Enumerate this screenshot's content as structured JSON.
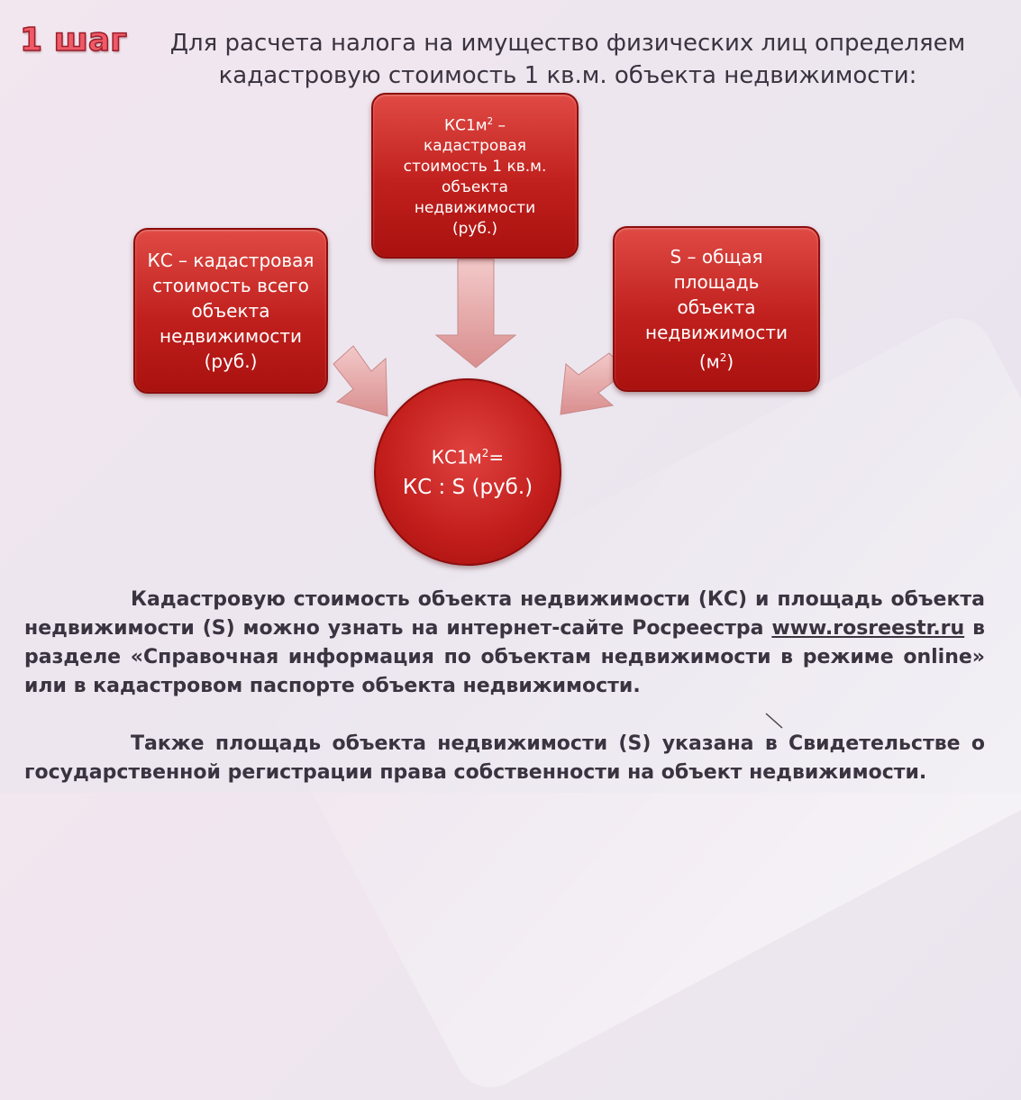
{
  "step_label": "1 шаг",
  "heading": {
    "line1": "Для расчета налога на имущество физических лиц определяем",
    "line2": "кадастровую стоимость 1 кв.м. объекта недвижимости:"
  },
  "center_box": {
    "line1_main": "КС1м",
    "line1_sup": "2",
    "line1_tail": " –",
    "line2": "кадастровая",
    "line3": "стоимость 1 кв.м.",
    "line4": "объекта",
    "line5": "недвижимости",
    "line6": "(руб.)"
  },
  "left_box": {
    "line1": "КС – кадастровая",
    "line2": "стоимость всего",
    "line3": "объекта",
    "line4": "недвижимости",
    "line5": "(руб.)"
  },
  "right_box": {
    "line1": "S – общая",
    "line2": "площадь",
    "line3": "объекта",
    "line4": "недвижимости",
    "line5_main": "(м",
    "line5_sup": "2",
    "line5_tail": ")"
  },
  "formula": {
    "line1_main": "КС1м",
    "line1_sup": "2",
    "line1_tail": "=",
    "line2": "КС : S (руб.)"
  },
  "paragraph1": {
    "text_before_link": "Кадастровую стоимость объекта недвижимости (КС) и площадь объекта недвижимости (S) можно узнать на интернет-сайте Росреестра ",
    "link": "www.rosreestr.ru",
    "text_after_link": " в разделе «Справочная информация по объектам недвижимости в режиме online» или в кадастровом паспорте объекта недвижимости."
  },
  "paragraph2": {
    "text": "Также площадь объекта недвижимости (S) указана в Свидетельстве о государственной регистрации права собственности на объект недвижимости."
  },
  "colors": {
    "box_red": "#c0201d",
    "arrow_pink": "#e6a8a8",
    "step_label": "#ef5a67",
    "text": "#3a3440"
  }
}
